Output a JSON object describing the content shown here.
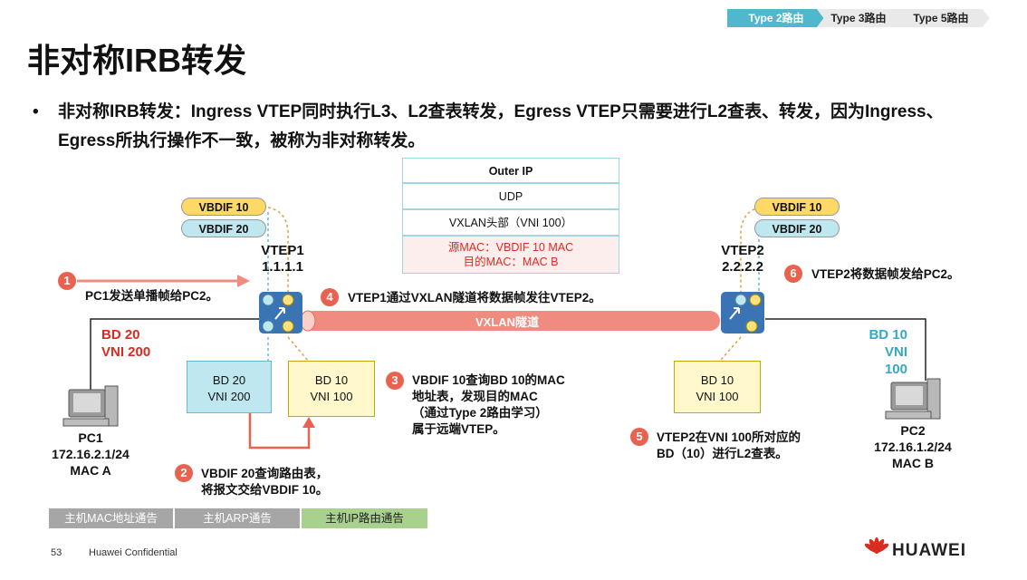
{
  "nav": {
    "tabs": [
      "Type 2路由",
      "Type 3路由",
      "Type 5路由"
    ]
  },
  "title": "非对称IRB转发",
  "bullet": {
    "dot": "•",
    "line1": "非对称IRB转发：Ingress VTEP同时执行L3、L2查表转发，Egress VTEP只需要进行L2查表、转发，因为Ingress、",
    "line2": "Egress所执行操作不一致，被称为非对称转发。"
  },
  "header_stack": {
    "outer_ip": "Outer IP",
    "udp": "UDP",
    "vxlan": "VXLAN头部（VNI 100）",
    "mac_src": "源MAC：VBDIF 10 MAC",
    "mac_dst": "目的MAC：MAC B"
  },
  "vtep1": {
    "name": "VTEP1",
    "ip": "1.1.1.1",
    "vbdif10": "VBDIF 10",
    "vbdif20": "VBDIF 20"
  },
  "vtep2": {
    "name": "VTEP2",
    "ip": "2.2.2.2",
    "vbdif10": "VBDIF 10",
    "vbdif20": "VBDIF 20"
  },
  "tunnel_label": "VXLAN隧道",
  "left_bd": {
    "bd": "BD 20",
    "vni": "VNI 200"
  },
  "right_bd": {
    "bd": "BD 10",
    "vni": "VNI 100"
  },
  "box_bd20": {
    "bd": "BD 20",
    "vni": "VNI 200"
  },
  "box_bd10_left": {
    "bd": "BD 10",
    "vni": "VNI 100"
  },
  "box_bd10_right": {
    "bd": "BD 10",
    "vni": "VNI 100"
  },
  "pc1": {
    "name": "PC1",
    "ip": "172.16.2.1/24",
    "mac": "MAC A"
  },
  "pc2": {
    "name": "PC2",
    "ip": "172.16.1.2/24",
    "mac": "MAC B"
  },
  "steps": {
    "s1": {
      "num": "1",
      "text": "PC1发送单播帧给PC2。"
    },
    "s2": {
      "num": "2",
      "line1": "VBDIF 20查询路由表，",
      "line2": "将报文交给VBDIF 10。"
    },
    "s3": {
      "num": "3",
      "line1": "VBDIF 10查询BD 10的MAC",
      "line2": "地址表，发现目的MAC",
      "line3": "（通过Type 2路由学习）",
      "line4": "属于远端VTEP。"
    },
    "s4": {
      "num": "4",
      "text": "VTEP1通过VXLAN隧道将数据帧发往VTEP2。"
    },
    "s5": {
      "num": "5",
      "line1": "VTEP2在VNI 100所对应的",
      "line2": "BD（10）进行L2查表。"
    },
    "s6": {
      "num": "6",
      "text": "VTEP2将数据帧发给PC2。"
    }
  },
  "legend": {
    "mac": "主机MAC地址通告",
    "arp": "主机ARP通告",
    "ip": "主机IP路由通告"
  },
  "colors": {
    "legend_gray": "#a6a6a6",
    "legend_green": "#a9d18e",
    "accent_red": "#d92c20",
    "tunnel": "#f08c7f",
    "vtep_blue": "#3b74b4"
  },
  "footer": {
    "page": "53",
    "confidential": "Huawei Confidential",
    "brand": "HUAWEI"
  }
}
